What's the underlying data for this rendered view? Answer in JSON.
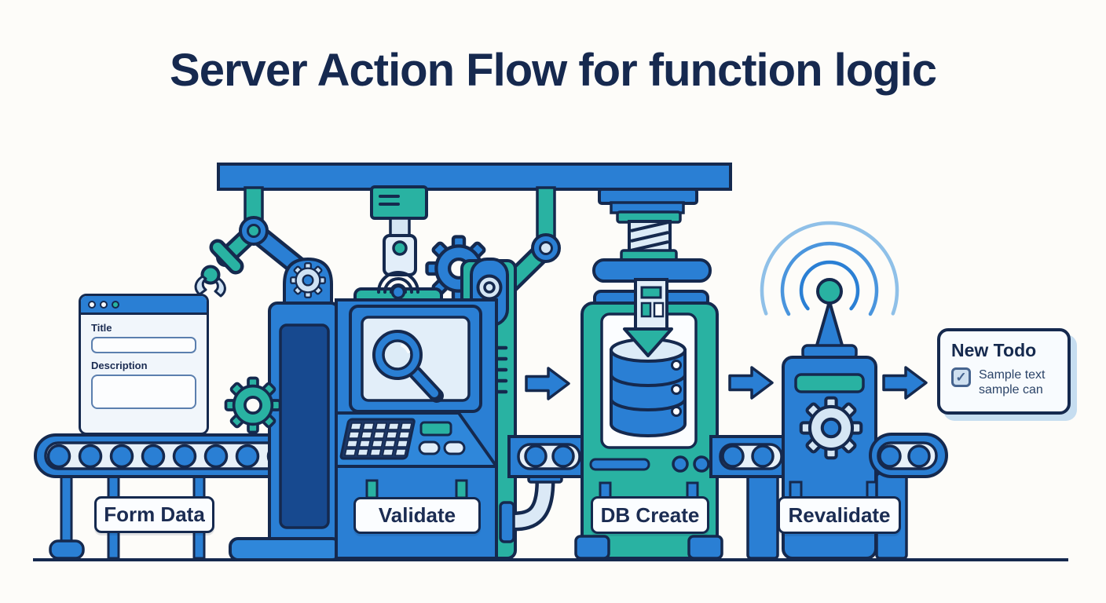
{
  "title": "Server Action Flow for function logic",
  "palette": {
    "background": "#fdfcf9",
    "outline_navy": "#15294e",
    "primary_blue": "#2a7fd4",
    "dark_blue_panel": "#17498f",
    "teal": "#29b2a2",
    "light_blue": "#d5e6f4",
    "sign_background": "#fbfdff",
    "todo_shadow_blue": "#c6ddf0"
  },
  "form_card": {
    "title_label": "Title",
    "description_label": "Description",
    "window_dot_colors": [
      "#f4f8fc",
      "#f4f8fc",
      "#27b59f"
    ]
  },
  "stage_signs": {
    "form_data": "Form Data",
    "validate": "Validate",
    "db_create": "DB Create",
    "revalidate": "Revalidate"
  },
  "todo_card": {
    "title": "New Todo",
    "check_glyph": "✓",
    "line1": "Sample text",
    "line2": "sample can"
  }
}
